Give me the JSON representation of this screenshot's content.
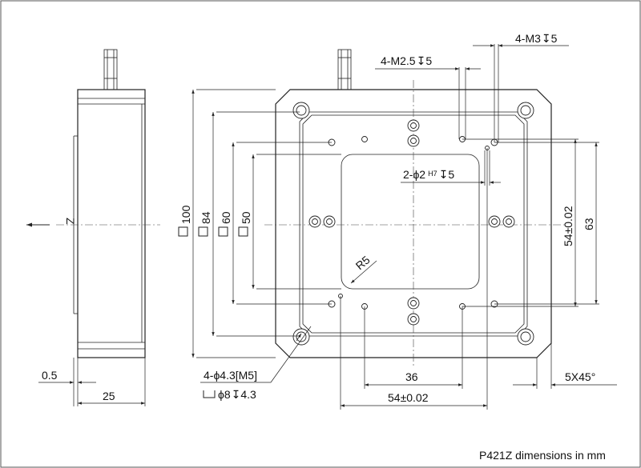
{
  "caption": "P421Z dimensions in mm",
  "side_view": {
    "axis_label": "Z",
    "dim_thickness": "25",
    "dim_offset": "0.5"
  },
  "top_view": {
    "dim_100": "100",
    "dim_84": "84",
    "dim_60": "60",
    "dim_50": "50",
    "dim_54_vertical": "54±0.02",
    "dim_63": "63",
    "dim_36": "36",
    "dim_54_horizontal": "54±0.02",
    "chamfer": "5X45°",
    "radius": "R5",
    "thread_m3": "4-M3",
    "thread_m3_depth": "5",
    "thread_m25": "4-M2.5",
    "thread_m25_depth": "5",
    "pin_holes": "2-ϕ2",
    "pin_holes_fit": "H7",
    "pin_holes_depth": "5",
    "mount_holes": "4-ϕ4.3[M5]",
    "counterbore": "ϕ8",
    "counterbore_depth": "4.3"
  }
}
